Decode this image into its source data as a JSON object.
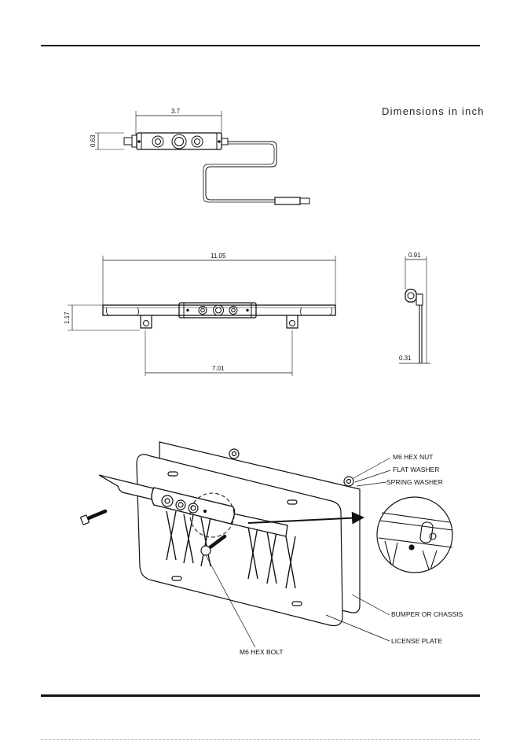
{
  "header": {
    "dimensions_note": "Dimensions in inch"
  },
  "top_view": {
    "width_label": "3.7",
    "height_label": "0.63"
  },
  "front_view": {
    "overall_length": "11.05",
    "height": "1.17",
    "bracket_spacing": "7.01"
  },
  "side_view": {
    "depth": "0.91",
    "base_offset": "0.31"
  },
  "installation": {
    "labels": {
      "hex_nut": "M6 HEX NUT",
      "flat_washer": "FLAT WASHER",
      "spring_washer": "SPRING WASHER",
      "bumper": "BUMPER OR CHASSIS",
      "license_plate": "LICENSE PLATE",
      "hex_bolt": "M6 HEX BOLT"
    }
  }
}
